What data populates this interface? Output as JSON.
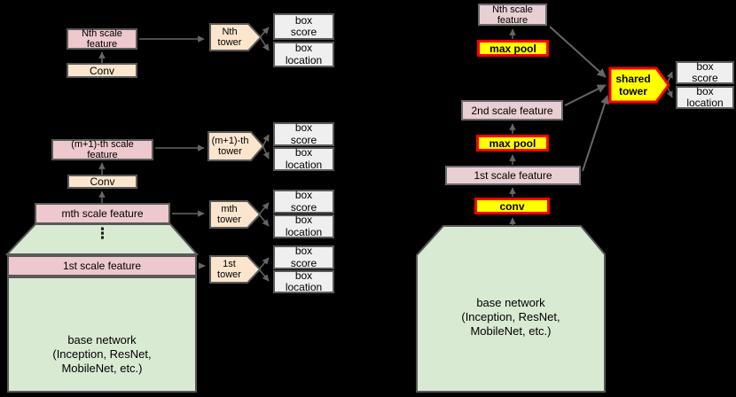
{
  "diagram": {
    "left": {
      "nth_scale_feature": "Nth scale\nfeature",
      "conv_top": "Conv",
      "m1_scale_feature": "(m+1)-th scale\nfeature",
      "conv_mid": "Conv",
      "mth_scale_feature": "mth scale feature",
      "first_scale_feature": "1st scale feature",
      "ellipsis": "⋮",
      "base_network": "base network\n(Inception, ResNet,\nMobileNet, etc.)",
      "towers": {
        "nth": "Nth\ntower",
        "m1": "(m+1)-th\ntower",
        "mth": "mth\ntower",
        "first": "1st\ntower"
      },
      "outputs": {
        "score": "box\nscore",
        "location": "box\nlocation"
      }
    },
    "right": {
      "nth_scale_feature": "Nth scale\nfeature",
      "max_pool_top": "max pool",
      "second_scale_feature": "2nd scale feature",
      "max_pool_bottom": "max pool",
      "first_scale_feature": "1st scale feature",
      "conv": "conv",
      "base_network": "base network\n(Inception, ResNet,\nMobileNet, etc.)",
      "shared_tower": "shared\ntower",
      "outputs": {
        "score": "box\nscore",
        "location": "box\nlocation"
      }
    },
    "colors": {
      "background": "#000000",
      "feature_pink": "#edc8cd",
      "tower_peach": "#fce5cd",
      "base_green": "#d9ead3",
      "output_gray": "#efefef",
      "highlight_yellow": "#ffff00",
      "highlight_border_red": "#ff0000",
      "outline_gray": "#595959",
      "connector_gray": "#666666"
    }
  }
}
